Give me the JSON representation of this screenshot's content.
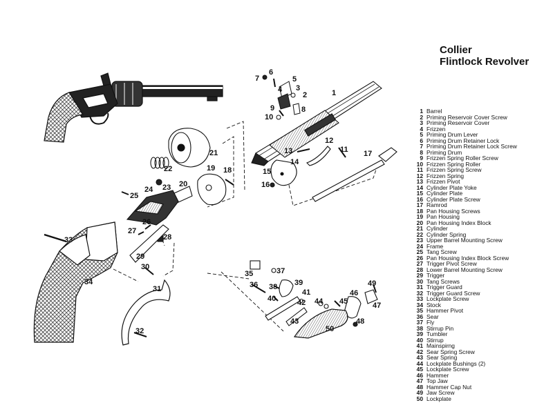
{
  "title": {
    "line1": "Collier",
    "line2": "Flintlock Revolver"
  },
  "parts": [
    {
      "n": "1",
      "name": "Barrel"
    },
    {
      "n": "2",
      "name": "Priming Reservoir Cover Screw"
    },
    {
      "n": "3",
      "name": "Priming Reservoir Cover"
    },
    {
      "n": "4",
      "name": "Frizzen"
    },
    {
      "n": "5",
      "name": "Priming Drum Lever"
    },
    {
      "n": "6",
      "name": "Priming Drum Retainer Lock"
    },
    {
      "n": "7",
      "name": "Priming Drum Retainer Lock Screw"
    },
    {
      "n": "8",
      "name": "Priming Drum"
    },
    {
      "n": "9",
      "name": "Frizzen Spring Roller Screw"
    },
    {
      "n": "10",
      "name": "Frizzen Spring Roller"
    },
    {
      "n": "11",
      "name": "Frizzen Spring Screw"
    },
    {
      "n": "12",
      "name": "Frizzen Spring"
    },
    {
      "n": "13",
      "name": "Frizzen Pivot"
    },
    {
      "n": "14",
      "name": "Cylinder Plate Yoke"
    },
    {
      "n": "15",
      "name": "Cylinder Plate"
    },
    {
      "n": "16",
      "name": "Cylinder Plate Screw"
    },
    {
      "n": "17",
      "name": "Ramrod"
    },
    {
      "n": "18",
      "name": "Pan Housing Screws"
    },
    {
      "n": "19",
      "name": "Pan Housing"
    },
    {
      "n": "20",
      "name": "Pan Housing Index Block"
    },
    {
      "n": "21",
      "name": "Cylinder"
    },
    {
      "n": "22",
      "name": "Cylinder Spring"
    },
    {
      "n": "23",
      "name": "Upper Barrel Mounting Screw"
    },
    {
      "n": "24",
      "name": "Frame"
    },
    {
      "n": "25",
      "name": "Tang Screw"
    },
    {
      "n": "26",
      "name": "Pan Housing Index Block Screw"
    },
    {
      "n": "27",
      "name": "Trigger Pivot Screw"
    },
    {
      "n": "28",
      "name": "Lower Barrel Mounting Screw"
    },
    {
      "n": "29",
      "name": "Trigger"
    },
    {
      "n": "30",
      "name": "Tang Screws"
    },
    {
      "n": "31",
      "name": "Trigger Guard"
    },
    {
      "n": "32",
      "name": "Trigger Guard Screw"
    },
    {
      "n": "33",
      "name": "Lockplate Screw"
    },
    {
      "n": "34",
      "name": "Stock"
    },
    {
      "n": "35",
      "name": "Hammer Pivot"
    },
    {
      "n": "36",
      "name": "Sear"
    },
    {
      "n": "37",
      "name": "Fly"
    },
    {
      "n": "38",
      "name": "Stirrup Pin"
    },
    {
      "n": "39",
      "name": "Tumbler"
    },
    {
      "n": "40",
      "name": "Stirrup"
    },
    {
      "n": "41",
      "name": "Mainspirng"
    },
    {
      "n": "42",
      "name": "Sear Spring Screw"
    },
    {
      "n": "43",
      "name": "Sear Spring"
    },
    {
      "n": "44",
      "name": "Lockplate Bushings (2)"
    },
    {
      "n": "45",
      "name": "Lockplate Screw"
    },
    {
      "n": "46",
      "name": "Hammer"
    },
    {
      "n": "47",
      "name": "Top Jaw"
    },
    {
      "n": "48",
      "name": "Hammer Cap Nut"
    },
    {
      "n": "49",
      "name": "Jaw Screw"
    },
    {
      "n": "50",
      "name": "Lockplate"
    }
  ],
  "callouts": [
    "1",
    "2",
    "3",
    "4",
    "5",
    "6",
    "7",
    "8",
    "9",
    "10",
    "11",
    "12",
    "13",
    "14",
    "15",
    "16",
    "17",
    "18",
    "19",
    "20",
    "21",
    "22",
    "23",
    "24",
    "25",
    "26",
    "27",
    "28",
    "29",
    "30",
    "31",
    "32",
    "33",
    "34",
    "35",
    "36",
    "37",
    "38",
    "39",
    "40",
    "41",
    "42",
    "43",
    "44",
    "45",
    "46",
    "47",
    "48",
    "49",
    "50"
  ]
}
